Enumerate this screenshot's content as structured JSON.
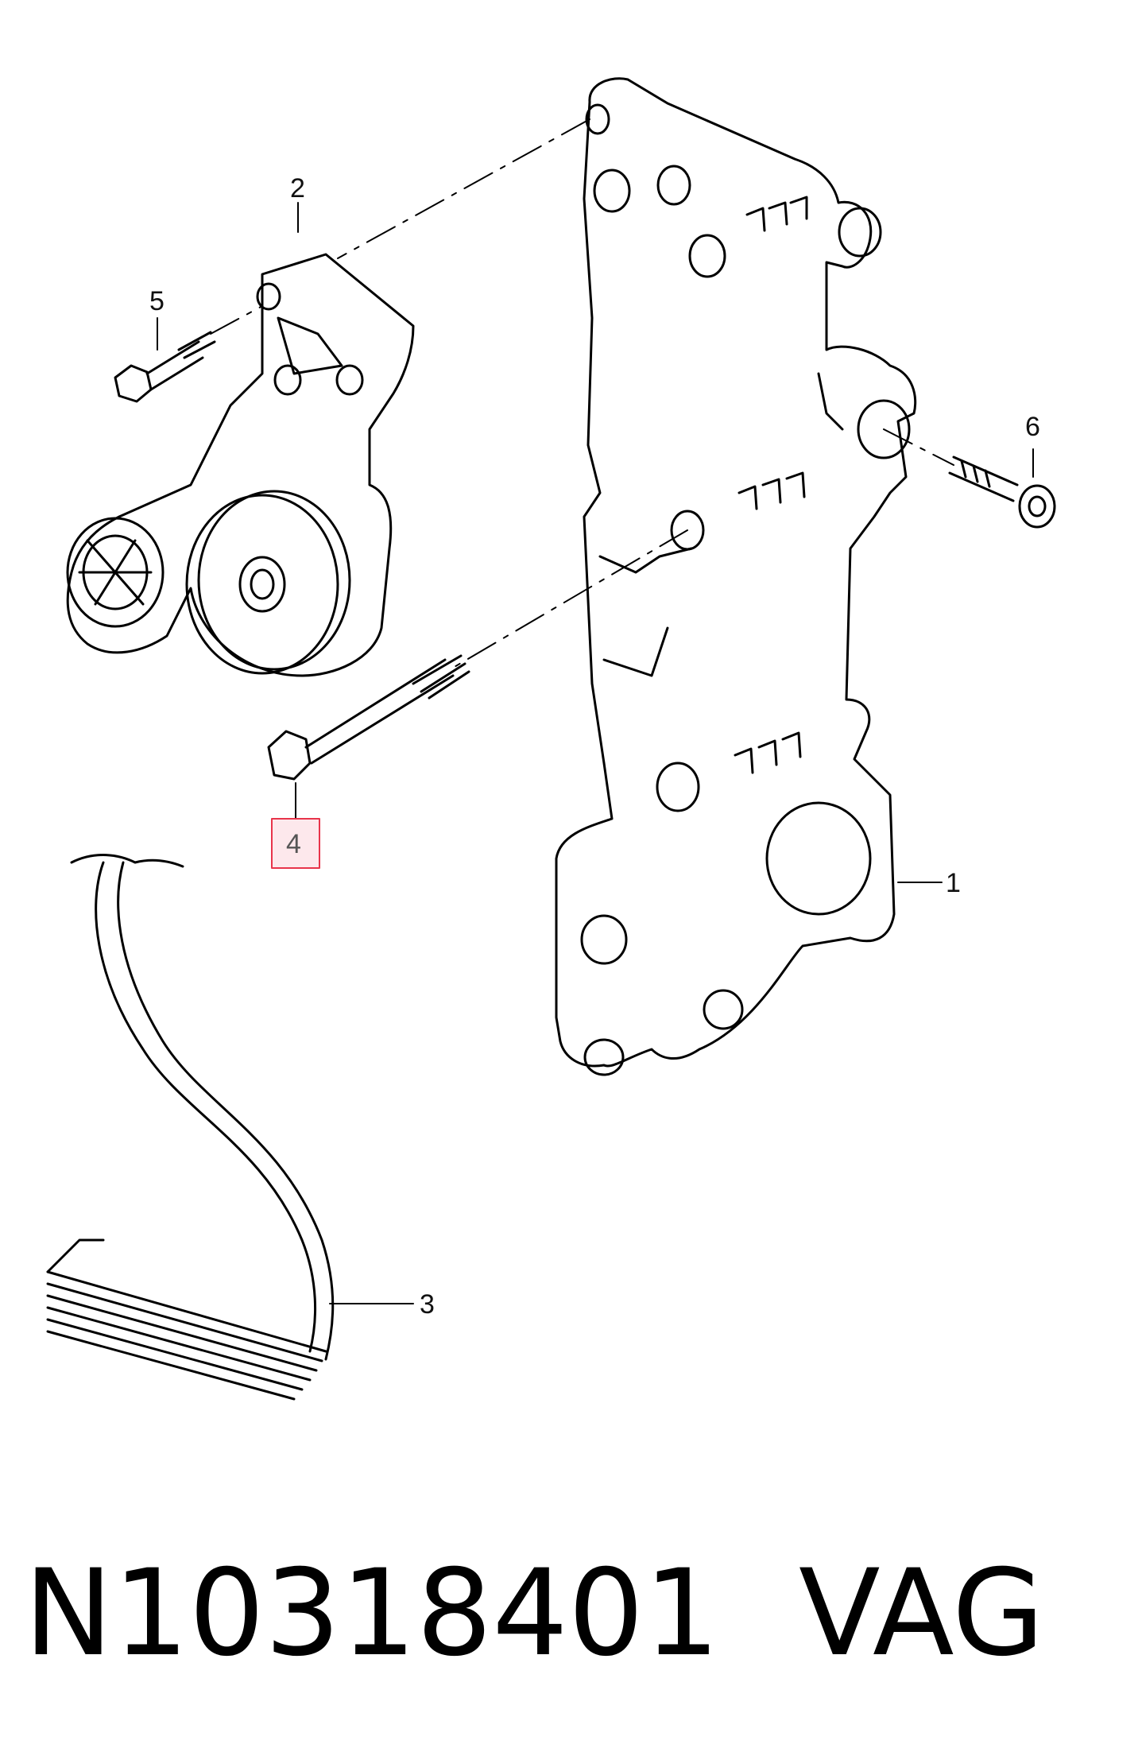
{
  "callouts": {
    "c1": "1",
    "c2": "2",
    "c3": "3",
    "c4": "4",
    "c5": "5",
    "c6": "6"
  },
  "highlight_color": "#e8344a",
  "caption": {
    "part_number": "N10318401",
    "brand": "VAG"
  }
}
